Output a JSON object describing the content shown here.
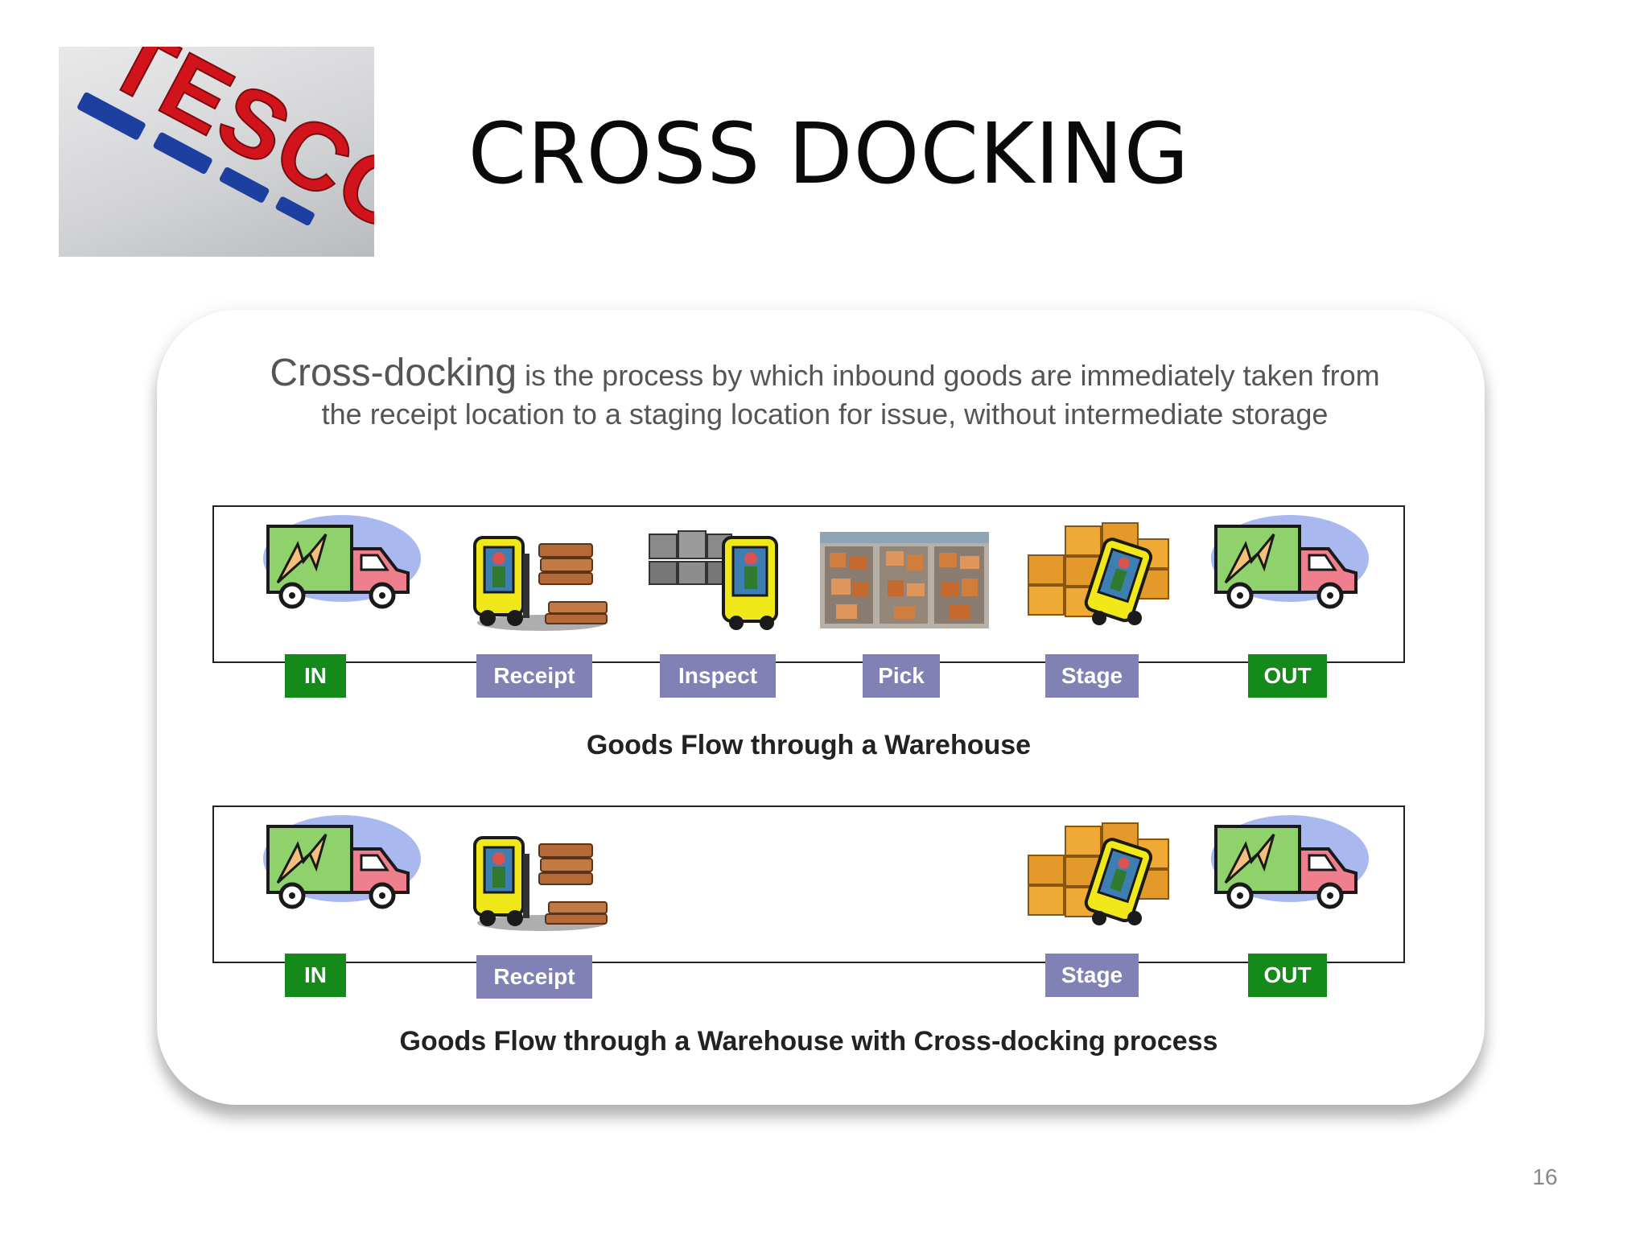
{
  "slide": {
    "title": "CROSS DOCKING",
    "page_number": "16"
  },
  "logo": {
    "brand": "TESCO",
    "colors": {
      "red": "#d1141b",
      "blue": "#1c3fa0"
    }
  },
  "definition": {
    "term": "Cross-docking",
    "line1": "is the process by which inbound goods are immediately taken from",
    "line2": "the receipt location to a staging location for issue, without intermediate storage"
  },
  "flows": [
    {
      "caption": "Goods Flow through a Warehouse",
      "steps": [
        {
          "label": "IN",
          "color": "#138a19",
          "icon": "truck-icon"
        },
        {
          "label": "Receipt",
          "color": "#8281b5",
          "icon": "forklift-icon"
        },
        {
          "label": "Inspect",
          "color": "#8281b5",
          "icon": "inspect-forklift-icon"
        },
        {
          "label": "Pick",
          "color": "#8281b5",
          "icon": "shelves-icon"
        },
        {
          "label": "Stage",
          "color": "#8281b5",
          "icon": "boxes-forklift-icon"
        },
        {
          "label": "OUT",
          "color": "#138a19",
          "icon": "truck-icon"
        }
      ]
    },
    {
      "caption": "Goods Flow through a Warehouse with Cross-docking process",
      "steps": [
        {
          "label": "IN",
          "color": "#138a19",
          "icon": "truck-icon"
        },
        {
          "label": "Receipt",
          "color": "#8281b5",
          "icon": "forklift-icon"
        },
        {
          "label": "Stage",
          "color": "#8281b5",
          "icon": "boxes-forklift-icon"
        },
        {
          "label": "OUT",
          "color": "#138a19",
          "icon": "truck-icon"
        }
      ]
    }
  ]
}
